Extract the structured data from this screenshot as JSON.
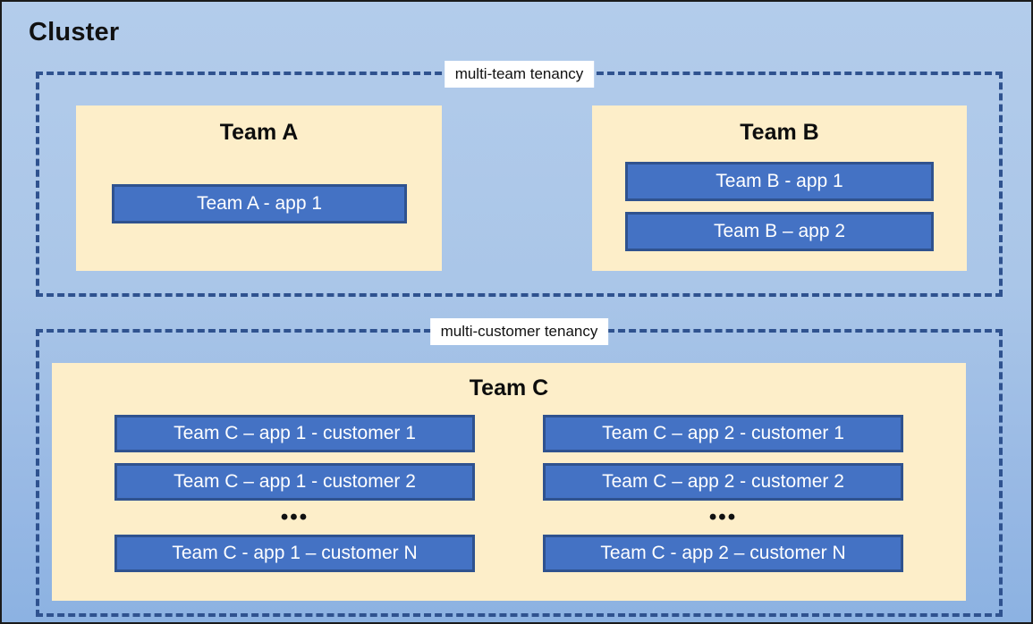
{
  "diagram": {
    "title": "Cluster",
    "background_top_color": "#b3cceb",
    "background_bottom_color": "#8cb2e2",
    "border_color": "#1b1b1b"
  },
  "regions": [
    {
      "id": "multi-team",
      "label": "multi-team tenancy",
      "border_color": "#2f528f",
      "border_style": "dashed"
    },
    {
      "id": "multi-customer",
      "label": "multi-customer tenancy",
      "border_color": "#2f528f",
      "border_style": "dashed"
    }
  ],
  "teams": {
    "team_a": {
      "title": "Team A",
      "panel_color": "#fdeec9",
      "apps": [
        {
          "label": "Team A - app 1"
        }
      ]
    },
    "team_b": {
      "title": "Team B",
      "panel_color": "#fdeec9",
      "apps": [
        {
          "label": "Team B - app 1"
        },
        {
          "label": "Team B – app 2"
        }
      ]
    },
    "team_c": {
      "title": "Team C",
      "panel_color": "#fdeec9",
      "columns": [
        {
          "id": "app-1",
          "apps": [
            {
              "label": "Team C – app 1 - customer 1"
            },
            {
              "label": "Team C – app 1 - customer 2"
            }
          ],
          "ellipsis": "•••",
          "last_app": {
            "label": "Team C - app 1 – customer N"
          }
        },
        {
          "id": "app-2",
          "apps": [
            {
              "label": "Team C – app 2 - customer 1"
            },
            {
              "label": "Team C – app 2 - customer 2"
            }
          ],
          "ellipsis": "•••",
          "last_app": {
            "label": "Team C - app 2 – customer N"
          }
        }
      ]
    }
  },
  "colors": {
    "app_fill": "#4472c4",
    "app_border": "#2f528f",
    "panel_fill": "#fdeec9",
    "label_bg": "#ffffff"
  }
}
